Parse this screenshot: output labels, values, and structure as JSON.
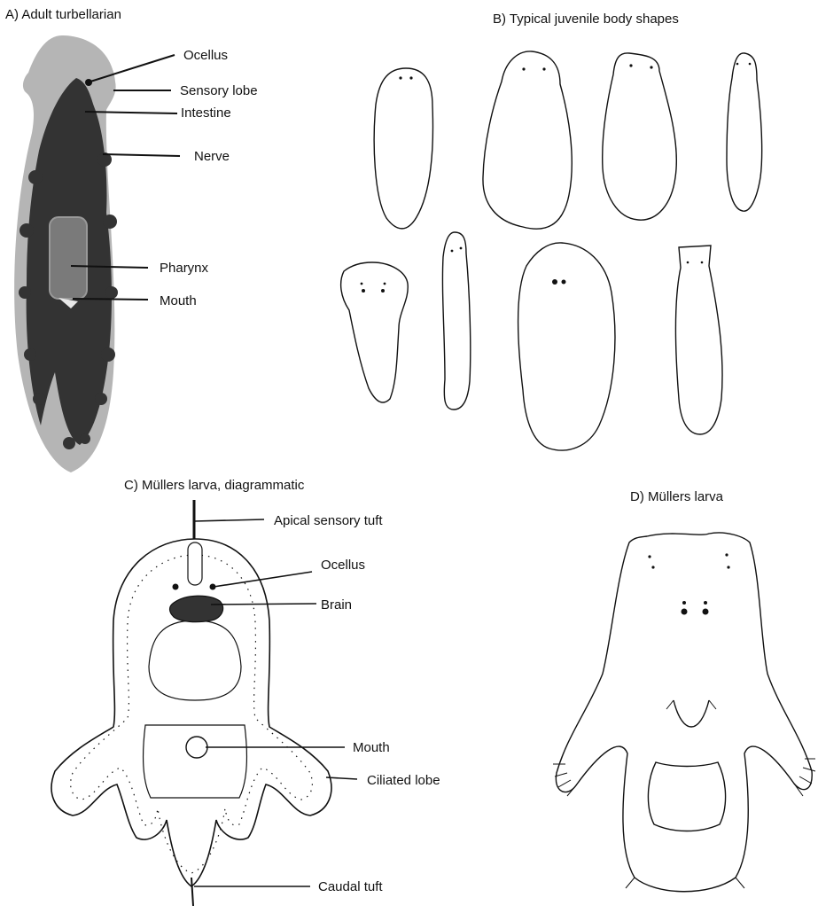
{
  "panels": {
    "a": {
      "title": "A) Adult turbellarian",
      "labels": {
        "ocellus": "Ocellus",
        "sensory_lobe": "Sensory lobe",
        "intestine": "Intestine",
        "nerve": "Nerve",
        "pharynx": "Pharynx",
        "mouth": "Mouth"
      }
    },
    "b": {
      "title": "B) Typical juvenile body shapes"
    },
    "c": {
      "title": "C) Müllers larva, diagrammatic",
      "labels": {
        "apical_tuft": "Apical sensory tuft",
        "ocellus": "Ocellus",
        "brain": "Brain",
        "mouth": "Mouth",
        "ciliated_lobe": "Ciliated lobe",
        "caudal_tuft": "Caudal tuft"
      }
    },
    "d": {
      "title": "D) Müllers larva"
    }
  }
}
